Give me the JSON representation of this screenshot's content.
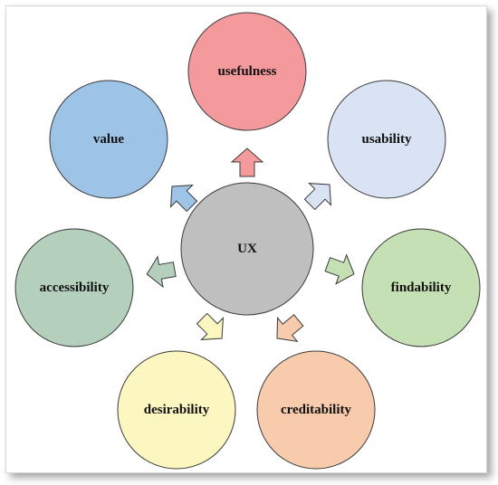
{
  "center": {
    "label": "UX",
    "color": "#bfbfbf"
  },
  "nodes": [
    {
      "id": "usefulness",
      "label": "usefulness",
      "color": "#f4999c",
      "arrow_color": "#f4999c"
    },
    {
      "id": "usability",
      "label": "usability",
      "color": "#dae3f3",
      "arrow_color": "#dae3f3"
    },
    {
      "id": "findability",
      "label": "findability",
      "color": "#c5e0b4",
      "arrow_color": "#c5e0b4"
    },
    {
      "id": "creditability",
      "label": "creditability",
      "color": "#f8cbad",
      "arrow_color": "#f8cbad"
    },
    {
      "id": "desirability",
      "label": "desirability",
      "color": "#fcf7c1",
      "arrow_color": "#fcf7c1"
    },
    {
      "id": "accessibility",
      "label": "accessibility",
      "color": "#b4cfbb",
      "arrow_color": "#b4cfbb"
    },
    {
      "id": "value",
      "label": "value",
      "color": "#9dc3e6",
      "arrow_color": "#9dc3e6"
    }
  ]
}
